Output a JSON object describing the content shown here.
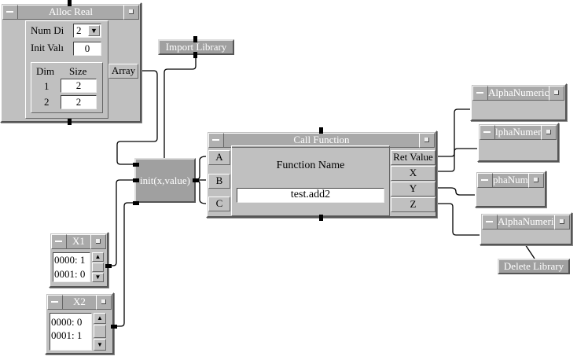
{
  "alloc_real": {
    "title": "Alloc Real",
    "num_dims_label": "Num Di",
    "num_dims_value": "2",
    "init_value_label": "Init Valı",
    "init_value": "0",
    "dim_header": "Dim",
    "size_header": "Size",
    "rows": [
      {
        "dim": "1",
        "size": "2"
      },
      {
        "dim": "2",
        "size": "2"
      }
    ],
    "output_label": "Array"
  },
  "import_library": {
    "label": "Import Library"
  },
  "init_func": {
    "label": "init(x,value)"
  },
  "call_function": {
    "title": "Call Function",
    "inputs": [
      "A",
      "B",
      "C"
    ],
    "outputs": [
      "Ret Value",
      "X",
      "Y",
      "Z"
    ],
    "function_name_label": "Function Name",
    "function_name": "test.add2"
  },
  "alphanumerics": [
    "AlphaNumeric",
    "lphaNumeri",
    "phaNume",
    "AlphaNumeric"
  ],
  "delete_library": {
    "label": "Delete Library"
  },
  "x1": {
    "title": "X1",
    "lines": [
      "0000: 1",
      "0001: 0"
    ]
  },
  "x2": {
    "title": "X2",
    "lines": [
      "0000: 0",
      "0001: 1"
    ]
  }
}
